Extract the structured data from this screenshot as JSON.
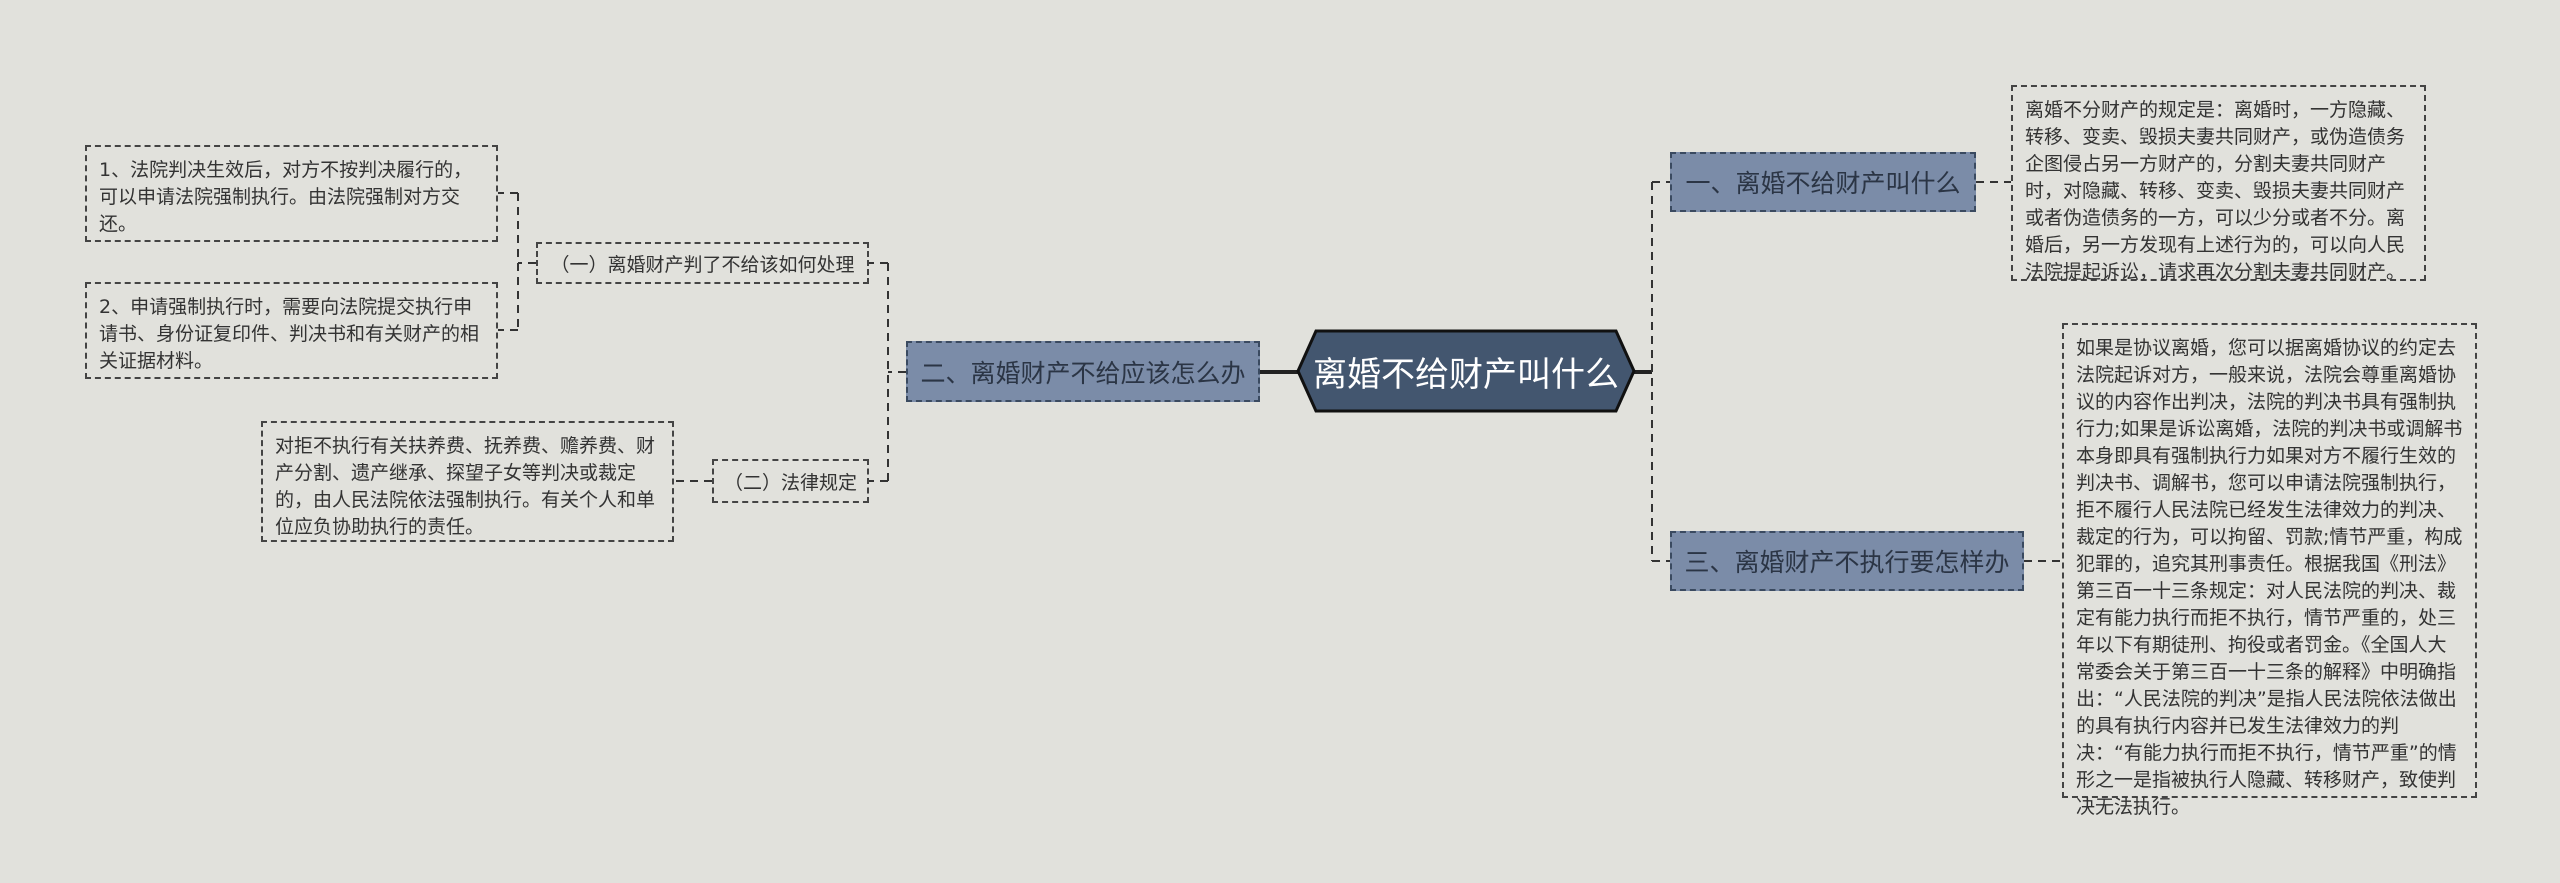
{
  "central_topic": "离婚不给财产叫什么",
  "branches": {
    "b1": {
      "label": "一、离婚不给财产叫什么",
      "detail": "离婚不分财产的规定是：离婚时，一方隐藏、转移、变卖、毁损夫妻共同财产，或伪造债务企图侵占另一方财产的，分割夫妻共同财产时，对隐藏、转移、变卖、毁损夫妻共同财产或者伪造债务的一方，可以少分或者不分。离婚后，另一方发现有上述行为的，可以向人民法院提起诉讼，请求再次分割夫妻共同财产。"
    },
    "b2": {
      "label": "二、离婚财产不给应该怎么办",
      "sub1": {
        "label": "（一）离婚财产判了不给该如何处理",
        "items": [
          "1、法院判决生效后，对方不按判决履行的，可以申请法院强制执行。由法院强制对方交还。",
          "2、申请强制执行时，需要向法院提交执行申请书、身份证复印件、判决书和有关财产的相关证据材料。"
        ]
      },
      "sub2": {
        "label": "（二）法律规定",
        "detail": "对拒不执行有关扶养费、抚养费、赡养费、财产分割、遗产继承、探望子女等判决或裁定的，由人民法院依法强制执行。有关个人和单位应负协助执行的责任。"
      }
    },
    "b3": {
      "label": "三、离婚财产不执行要怎样办",
      "detail": "如果是协议离婚，您可以据离婚协议的约定去法院起诉对方，一般来说，法院会尊重离婚协议的内容作出判决，法院的判决书具有强制执行力;如果是诉讼离婚，法院的判决书或调解书本身即具有强制执行力如果对方不履行生效的判决书、调解书，您可以申请法院强制执行，拒不履行人民法院已经发生法律效力的判决、裁定的行为，可以拘留、罚款;情节严重，构成犯罪的，追究其刑事责任。根据我国《刑法》第三百一十三条规定：对人民法院的判决、裁定有能力执行而拒不执行，情节严重的，处三年以下有期徒刑、拘役或者罚金。《全国人大常委会关于第三百一十三条的解释》中明确指出：“人民法院的判决”是指人民法院依法做出的具有执行内容并已发生法律效力的判决：“有能力执行而拒不执行，情节严重”的情形之一是指被执行人隐藏、转移财产，致使判决无法执行。"
    }
  },
  "colors": {
    "background": "#e1e1dc",
    "central": "#43566f",
    "branch": "#7b8ca8"
  }
}
